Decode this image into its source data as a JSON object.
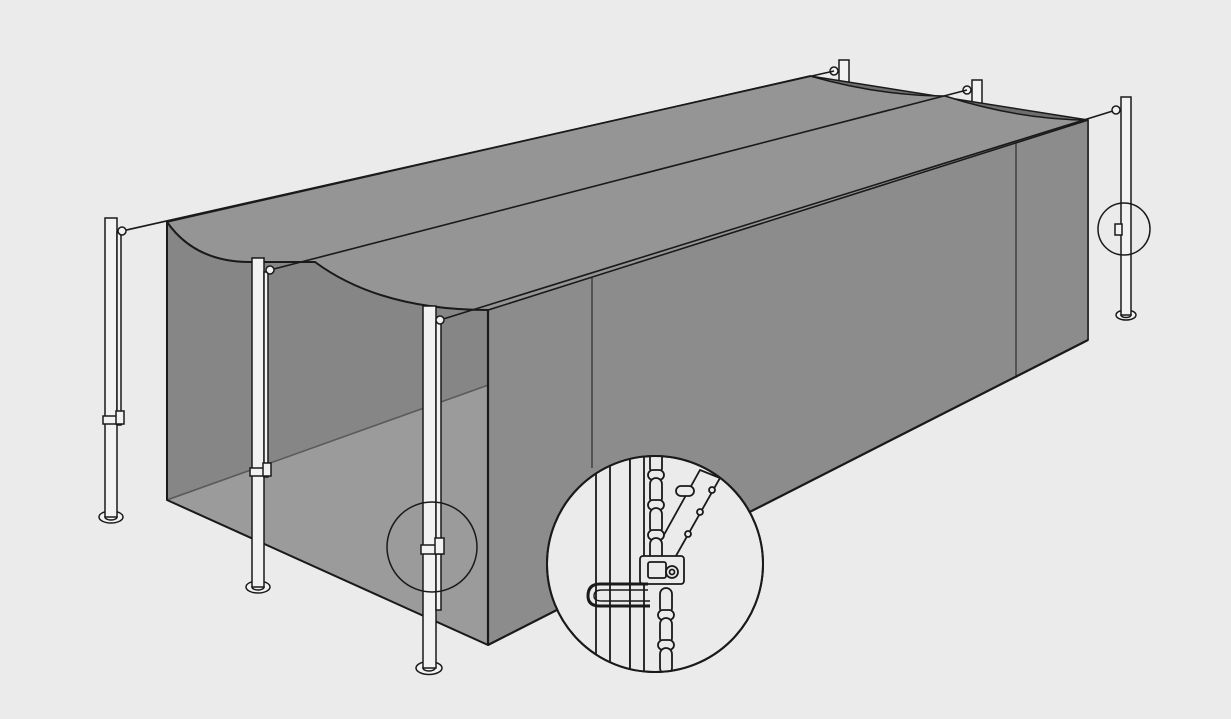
{
  "colors": {
    "background": "#ebebeb",
    "outline": "#1a1a1a",
    "net_far_wall": "#7a7a7a",
    "net_back_end": "#6e6e6e",
    "net_side_wall": "#8c8c8c",
    "net_floor": "#a9a9a9",
    "net_top_band": "#959595",
    "net_near_end": "#929292",
    "pole_fill": "#f2f2f2",
    "detail_fill": "#ebebeb"
  },
  "components": {
    "poles": 6,
    "magnified_details": 1,
    "detail_markers": 2
  }
}
